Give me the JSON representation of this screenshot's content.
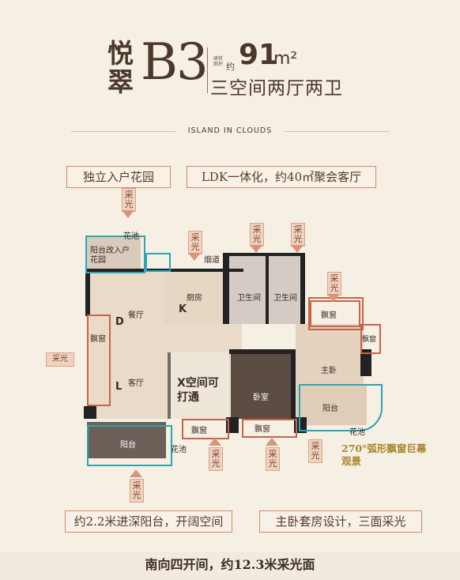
{
  "header": {
    "project": "悦翠",
    "model": "B3",
    "area_label": "建筑面积",
    "area_approx": "约",
    "area_value": "91",
    "area_unit": "m²",
    "layout": "三空间两厅两卫"
  },
  "subtitle": "ISLAND IN CLOUDS",
  "callouts": {
    "top_left": "独立入户花园",
    "top_right": "LDK一体化，约40㎡聚会客厅",
    "bottom_left": "约2.2米进深阳台，开阔空间",
    "bottom_right": "主卧套房设计，三面采光",
    "bay_window": "270°弧形飘窗巨幕观景"
  },
  "light_label": "采光",
  "rooms": {
    "garden_pool_top": "花池",
    "balcony_garden": "阳台改入户花园",
    "flue": "烟道",
    "kitchen": "厨房",
    "kitchen_k": "K",
    "dining": "餐厅",
    "dining_d": "D",
    "living": "客厅",
    "living_l": "L",
    "bath1": "卫生间",
    "bath2": "卫生间",
    "x_space": "X空间可打通",
    "bedroom": "卧室",
    "master": "主卧",
    "balcony_master": "阳台",
    "balcony_living": "阳台",
    "bay_window_left": "飘窗",
    "bay_window_top": "飘窗",
    "bay_window_right": "飘窗",
    "bay_window_x": "飘窗",
    "bay_window_bed": "飘窗",
    "garden_pool_right": "花池",
    "garden_pool_bottom": "花池"
  },
  "bottom_bar": "南向四开间，约12.3米采光面",
  "colors": {
    "background": "#f6efe4",
    "accent_orange": "#d58a65",
    "window_red": "#c8644a",
    "teal": "#2aa6b4",
    "gold": "#a8862a"
  }
}
